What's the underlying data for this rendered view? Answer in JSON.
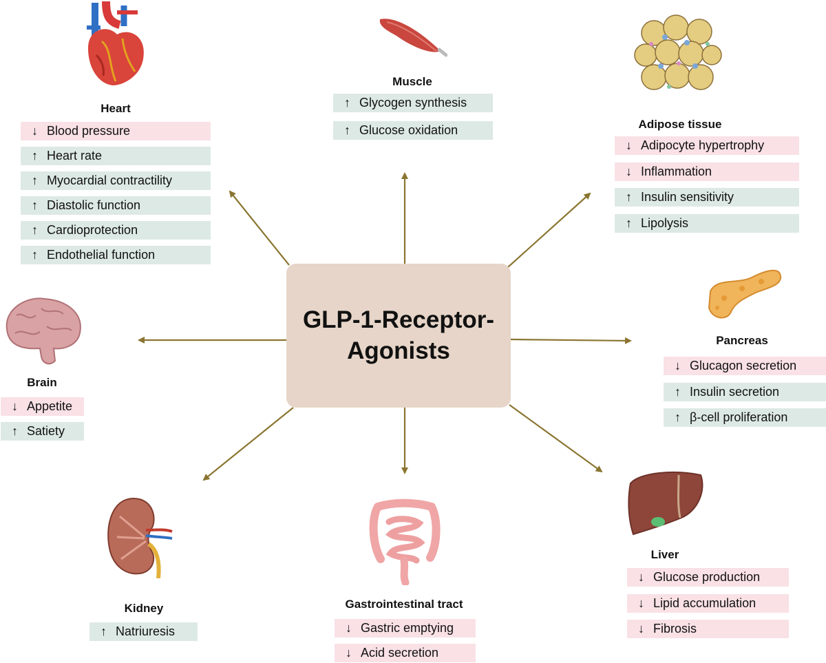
{
  "center": {
    "title": "GLP-1-Receptor-Agonists"
  },
  "colors": {
    "arrow": "#8a7530",
    "down_bg": "#f9e1e6",
    "up_bg": "#dde9e5",
    "center_bg": "#e6d5c8"
  },
  "heart": {
    "title": "Heart",
    "effects": [
      {
        "dir": "↓",
        "text": "Blood pressure"
      },
      {
        "dir": "↑",
        "text": "Heart rate"
      },
      {
        "dir": "↑",
        "text": "Myocardial contractility"
      },
      {
        "dir": "↑",
        "text": "Diastolic function"
      },
      {
        "dir": "↑",
        "text": "Cardioprotection"
      },
      {
        "dir": "↑",
        "text": "Endothelial function"
      }
    ]
  },
  "muscle": {
    "title": "Muscle",
    "effects": [
      {
        "dir": "↑",
        "text": "Glycogen synthesis"
      },
      {
        "dir": "↑",
        "text": "Glucose oxidation"
      }
    ]
  },
  "adipose": {
    "title": "Adipose tissue",
    "effects": [
      {
        "dir": "↓",
        "text": "Adipocyte hypertrophy"
      },
      {
        "dir": "↓",
        "text": "Inflammation"
      },
      {
        "dir": "↑",
        "text": "Insulin sensitivity"
      },
      {
        "dir": "↑",
        "text": "Lipolysis"
      }
    ]
  },
  "brain": {
    "title": "Brain",
    "effects": [
      {
        "dir": "↓",
        "text": "Appetite"
      },
      {
        "dir": "↑",
        "text": "Satiety"
      }
    ]
  },
  "pancreas": {
    "title": "Pancreas",
    "effects": [
      {
        "dir": "↓",
        "text": "Glucagon secretion"
      },
      {
        "dir": "↑",
        "text": "Insulin secretion"
      },
      {
        "dir": "↑",
        "text": "β-cell proliferation"
      }
    ]
  },
  "kidney": {
    "title": "Kidney",
    "effects": [
      {
        "dir": "↑",
        "text": "Natriuresis"
      }
    ]
  },
  "gi": {
    "title": "Gastrointestinal tract",
    "effects": [
      {
        "dir": "↓",
        "text": "Gastric emptying"
      },
      {
        "dir": "↓",
        "text": "Acid secretion"
      }
    ]
  },
  "liver": {
    "title": "Liver",
    "effects": [
      {
        "dir": "↓",
        "text": "Glucose production"
      },
      {
        "dir": "↓",
        "text": "Lipid accumulation"
      },
      {
        "dir": "↓",
        "text": "Fibrosis"
      }
    ]
  }
}
